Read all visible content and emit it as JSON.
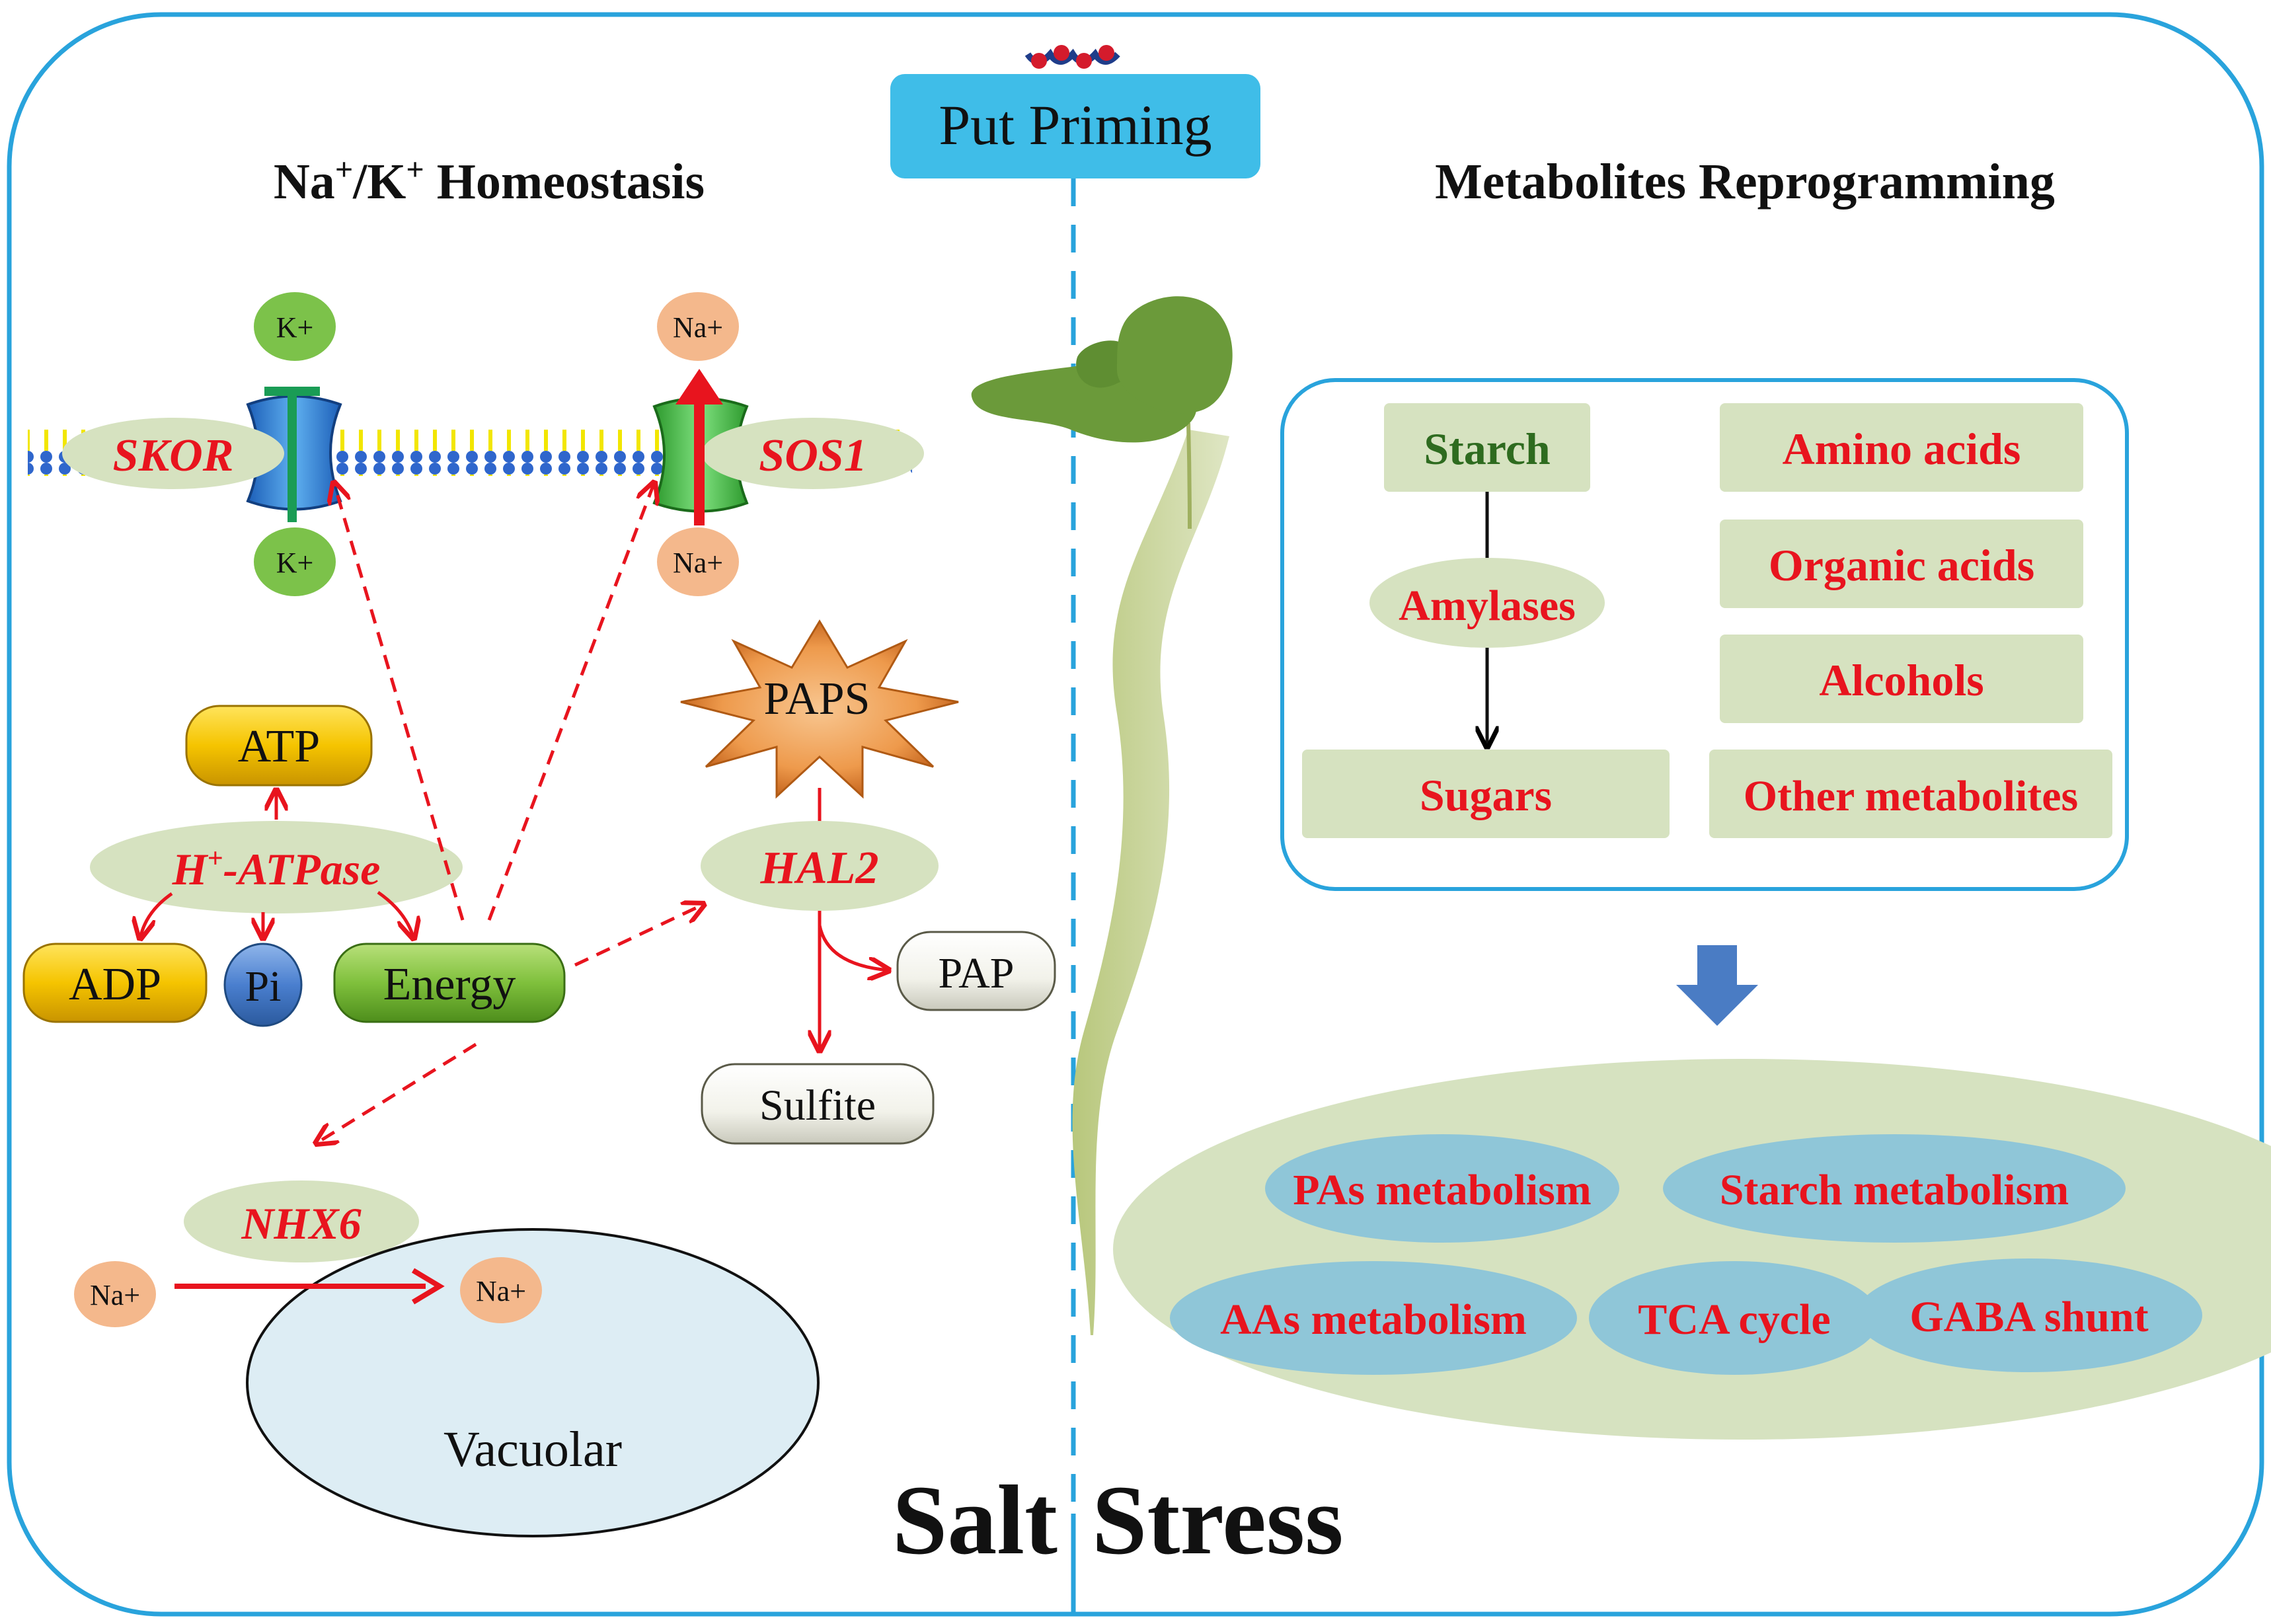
{
  "header": {
    "priming_label": "Put Priming",
    "left_title_na": "Na",
    "left_title_sup1": "+",
    "left_title_k": "/K",
    "left_title_sup2": "+",
    "left_title_rest": " Homeostasis",
    "right_title": "Metabolites Reprogramming"
  },
  "footer": {
    "salt": "Salt",
    "stress": "Stress"
  },
  "ions": {
    "k_top": "K+",
    "k_bottom": "K+",
    "na_top": "Na+",
    "na_bottom": "Na+",
    "na_left": "Na+",
    "na_right": "Na+"
  },
  "transporters": {
    "skor": "SKOR",
    "sos1": "SOS1",
    "nhx6": "NHX6"
  },
  "atpase": {
    "label_h": "H",
    "label_sup": "+",
    "label_rest": "-ATPase",
    "atp": "ATP",
    "adp": "ADP",
    "pi": "Pi",
    "energy": "Energy"
  },
  "sulfur": {
    "paps": "PAPS",
    "hal2": "HAL2",
    "pap": "PAP",
    "sulfite": "Sulfite"
  },
  "vacuole": {
    "label": "Vacuolar"
  },
  "metabolites_box": {
    "starch": "Starch",
    "amylases": "Amylases",
    "sugars": "Sugars",
    "amino_acids": "Amino acids",
    "organic_acids": "Organic acids",
    "alcohols": "Alcohols",
    "other": "Other metabolites"
  },
  "pathways": {
    "pas": "PAs metabolism",
    "starch": "Starch metabolism",
    "aas": "AAs metabolism",
    "tca": "TCA cycle",
    "gaba": "GABA shunt"
  },
  "colors": {
    "frame_blue": "#29a3dc",
    "red_text": "#e8141e",
    "green_text": "#2e6b1f",
    "sage": "#d6e2c0",
    "teal_oval": "#8fc6d8",
    "k_green": "#7cc24a",
    "na_peach": "#f4b88c",
    "priming_box": "#3fbde8",
    "arrow_blue": "#4a7cc4"
  }
}
